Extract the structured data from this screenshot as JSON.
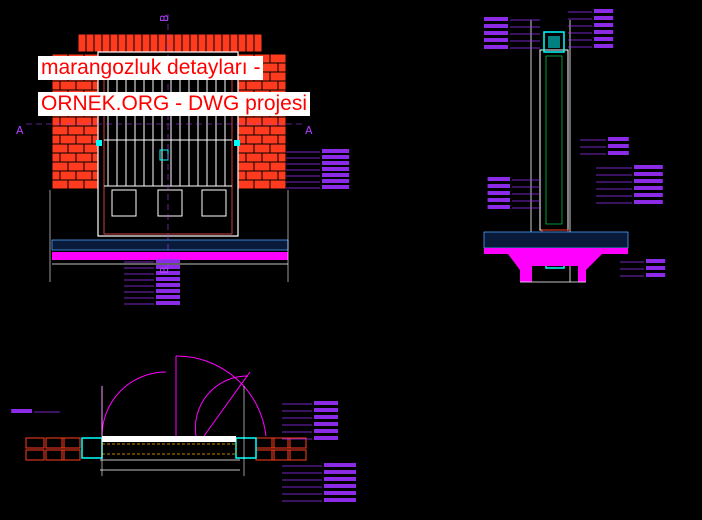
{
  "overlay": {
    "line1": "marangozluk detayları -",
    "line2": "ORNEK.ORG - DWG projesi"
  },
  "section_marks": {
    "a_left": "A",
    "a_right": "A",
    "b_top": "B",
    "b_bottom": "B"
  },
  "colors": {
    "background": "#000000",
    "brick": "#ff3b1f",
    "mortar": "#000000",
    "wall_hatch": "#b040ff",
    "floor": "#ff00ff",
    "frame": "#00ffff",
    "glass": "#ffffff",
    "label_line": "#9b30ff",
    "dim_green": "#00ff66",
    "title_text": "#ff0000",
    "title_bg": "#ffffff"
  }
}
